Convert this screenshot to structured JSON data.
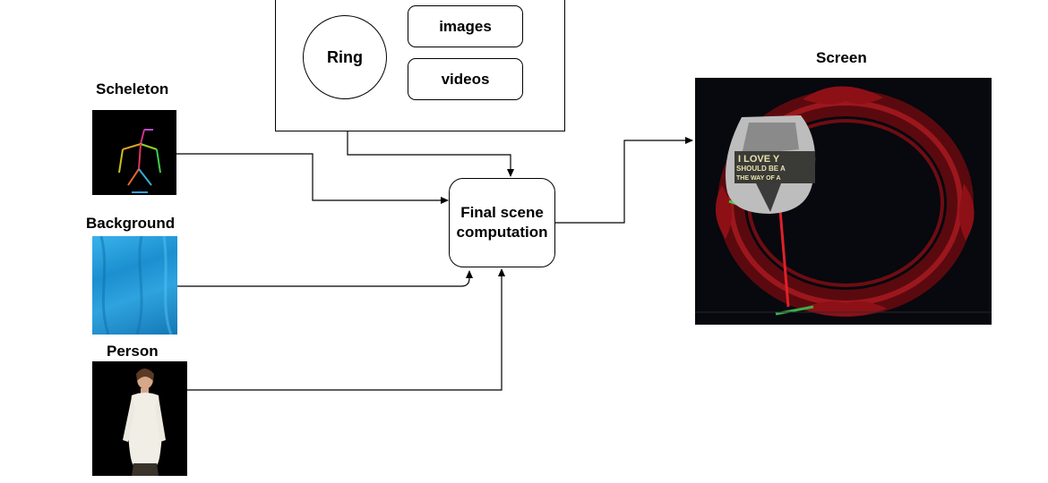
{
  "inputs": {
    "skeleton": {
      "label": "Scheleton"
    },
    "background": {
      "label": "Background"
    },
    "person": {
      "label": "Person"
    }
  },
  "source": {
    "circle_label": "Ring",
    "items": [
      "images",
      "videos"
    ]
  },
  "process": {
    "line1": "Final scene",
    "line2": "computation"
  },
  "output": {
    "label": "Screen",
    "overlay_text": [
      "I LOVE Y",
      "SHOULD BE A",
      "THE WAY OF A"
    ]
  },
  "colors": {
    "skeleton_bg": "#000000",
    "background_blue": "#2b9ed6",
    "screen_bg": "#08080f",
    "frame_red": "#8b0d12"
  }
}
